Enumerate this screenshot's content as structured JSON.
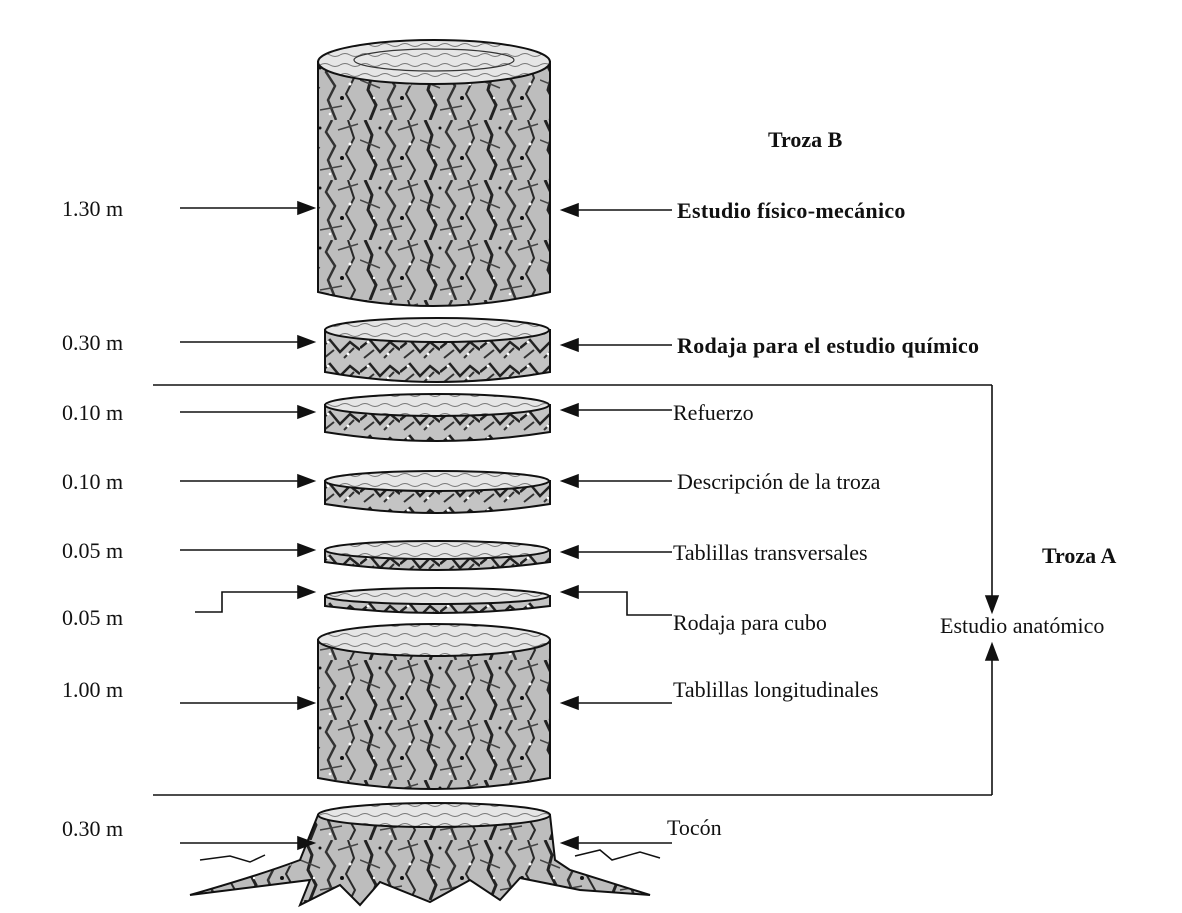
{
  "measurements": [
    "1.30 m",
    "0.30 m",
    "0.10 m",
    "0.10 m",
    "0.05 m",
    "0.05 m",
    "1.00 m",
    "0.30 m"
  ],
  "parts": [
    "Estudio físico-mecánico",
    "Rodaja para el estudio químico",
    "Refuerzo",
    "Descripción de la troza",
    "Tablillas transversales",
    "Rodaja para cubo",
    "Tablillas longitudinales",
    "Tocón"
  ],
  "groups": {
    "troza_b": "Troza B",
    "troza_a": "Troza A",
    "anatomico": "Estudio anatómico"
  },
  "colors": {
    "ink": "#111111",
    "bark_dark": "#1a1a1a",
    "bark_mid": "#6e6e6e",
    "bark_light": "#d8d8d8"
  }
}
